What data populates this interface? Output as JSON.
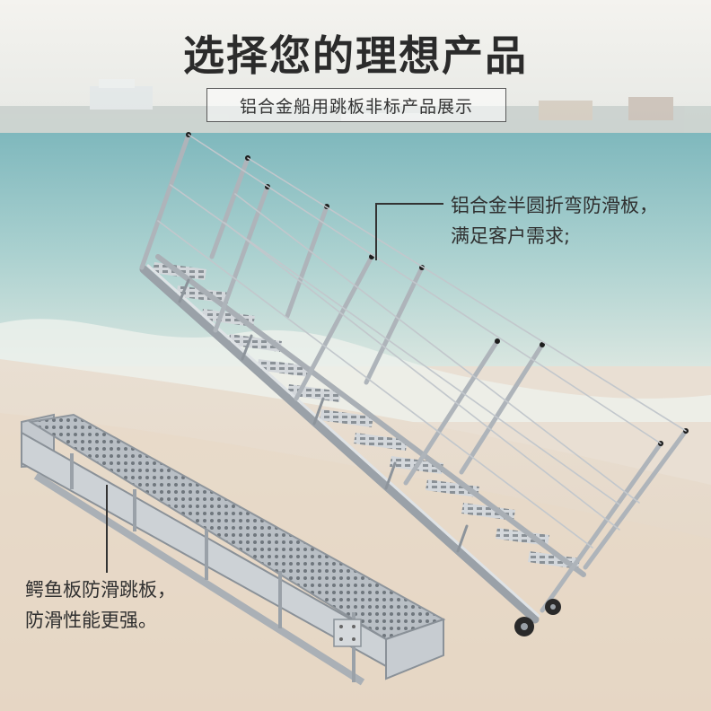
{
  "header": {
    "title": "选择您的理想产品",
    "subtitle": "铝合金船用跳板非标产品展示"
  },
  "annotations": {
    "top": {
      "line1": "铝合金半圆折弯防滑板，",
      "line2": "满足客户需求;"
    },
    "bottom": {
      "line1": "鳄鱼板防滑跳板，",
      "line2": "防滑性能更强。"
    }
  },
  "colors": {
    "title": "#2b2b2b",
    "sea": "#8fc3c4",
    "sand": "#e8dccd",
    "aluminum": "#c9ced3"
  }
}
